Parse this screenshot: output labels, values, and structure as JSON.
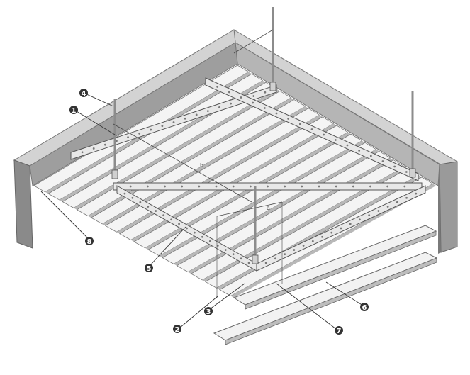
{
  "callouts": [
    {
      "id": "c1",
      "label": "1"
    },
    {
      "id": "c2",
      "label": "2"
    },
    {
      "id": "c3",
      "label": "3"
    },
    {
      "id": "c4",
      "label": "4"
    },
    {
      "id": "c5",
      "label": "5"
    },
    {
      "id": "c6",
      "label": "6"
    },
    {
      "id": "c7",
      "label": "7"
    },
    {
      "id": "c8",
      "label": "8"
    }
  ],
  "dimensions": {
    "a": "a",
    "b": "b"
  },
  "colors": {
    "wall_top": "#d3d3d3",
    "wall_side": "#a9a9a9",
    "wall_dark": "#7a7a7a",
    "panel_light": "#f4f4f4",
    "panel_shadow": "#b8b8b8",
    "carrier": "#e8e8e8",
    "rod": "#8c8c8c",
    "callout_fill": "#333333",
    "line": "#444444"
  }
}
